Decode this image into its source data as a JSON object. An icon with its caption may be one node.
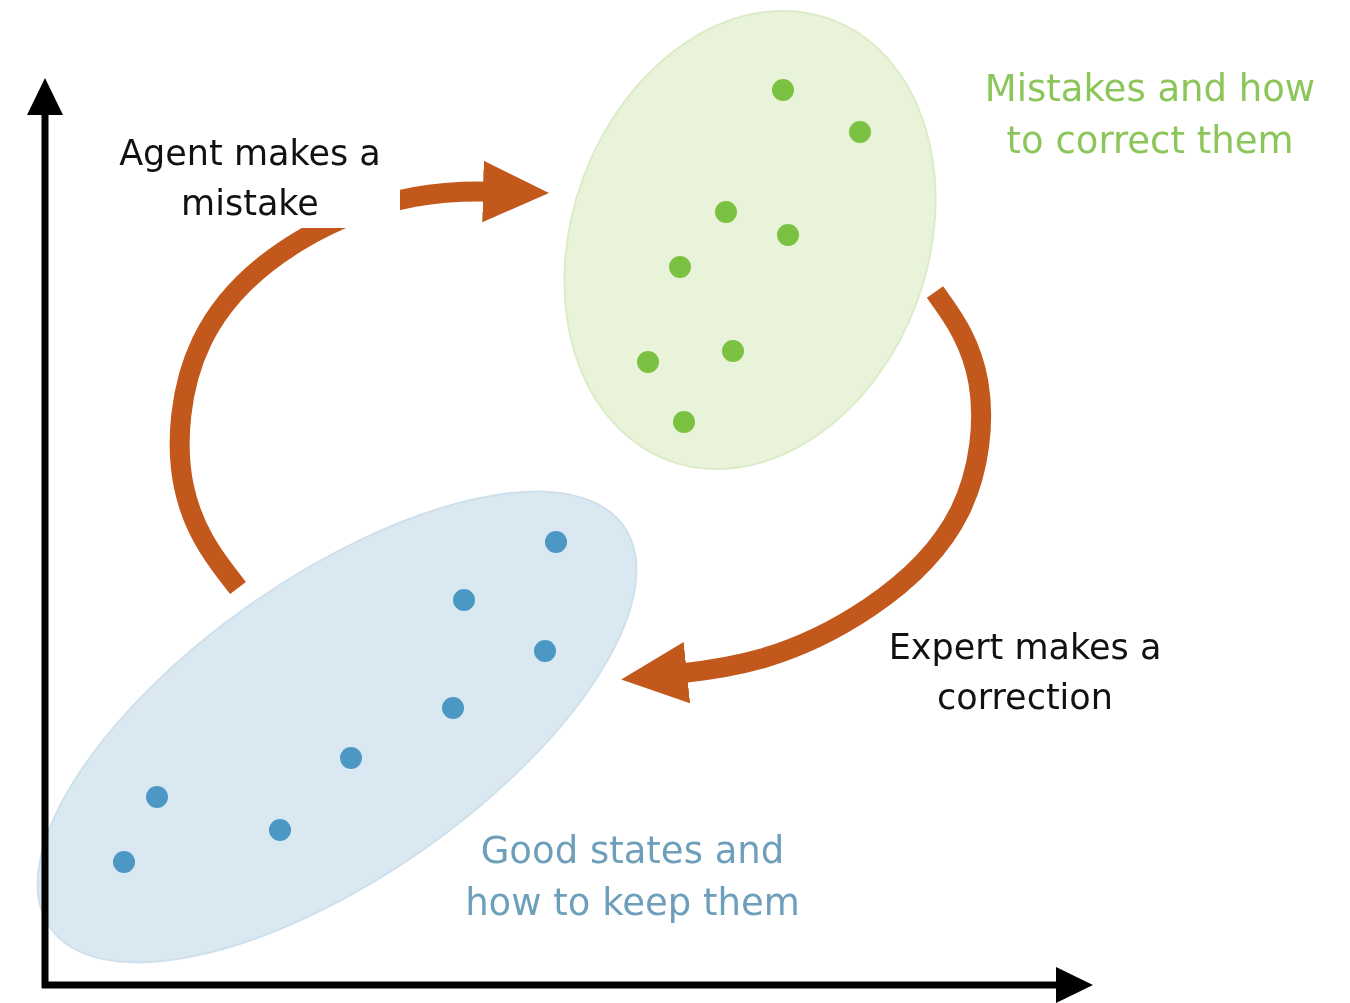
{
  "diagram": {
    "nodes": [
      {
        "text": [
          "Mistakes and how to correct them"
        ]
      },
      {
        "text": [
          "Good states and how to keep them"
        ]
      }
    ],
    "edges": [
      {
        "from": 1,
        "to": 0,
        "arrow": "to",
        "label": "Agent makes a mistake"
      },
      {
        "from": 0,
        "to": 1,
        "arrow": "to",
        "label": "Expert makes a correction"
      }
    ]
  }
}
